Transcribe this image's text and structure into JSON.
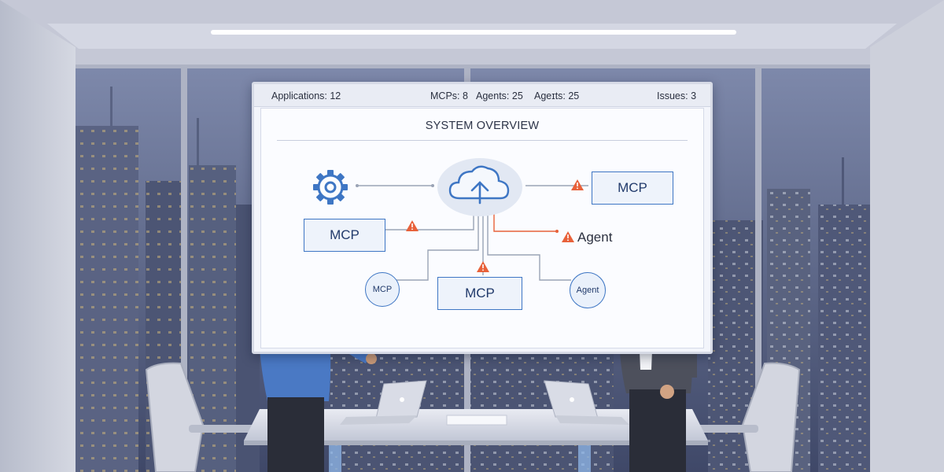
{
  "board": {
    "stats": {
      "applications": "Applications: 12",
      "mcps": "MCPs: 8",
      "agents": "Agents: 25",
      "agents_dup": "Ageɪts: 25",
      "issues": "Issues: 3"
    },
    "title": "SYSTEM OVERVIEW",
    "nodes": {
      "mcp_top_right": "MCP",
      "mcp_left": "MCP",
      "mcp_center": "MCP",
      "agent_right": "Agent",
      "mcp_circle": "MCP",
      "agent_circle": "Agent"
    },
    "icons": [
      "gear-icon",
      "cloud-upload-icon",
      "warning-icon"
    ]
  },
  "colors": {
    "accent_blue": "#3e76c4",
    "warning_orange": "#e8613a",
    "connector_gray": "#9aa3b5",
    "night_sky": "#505a7a"
  }
}
